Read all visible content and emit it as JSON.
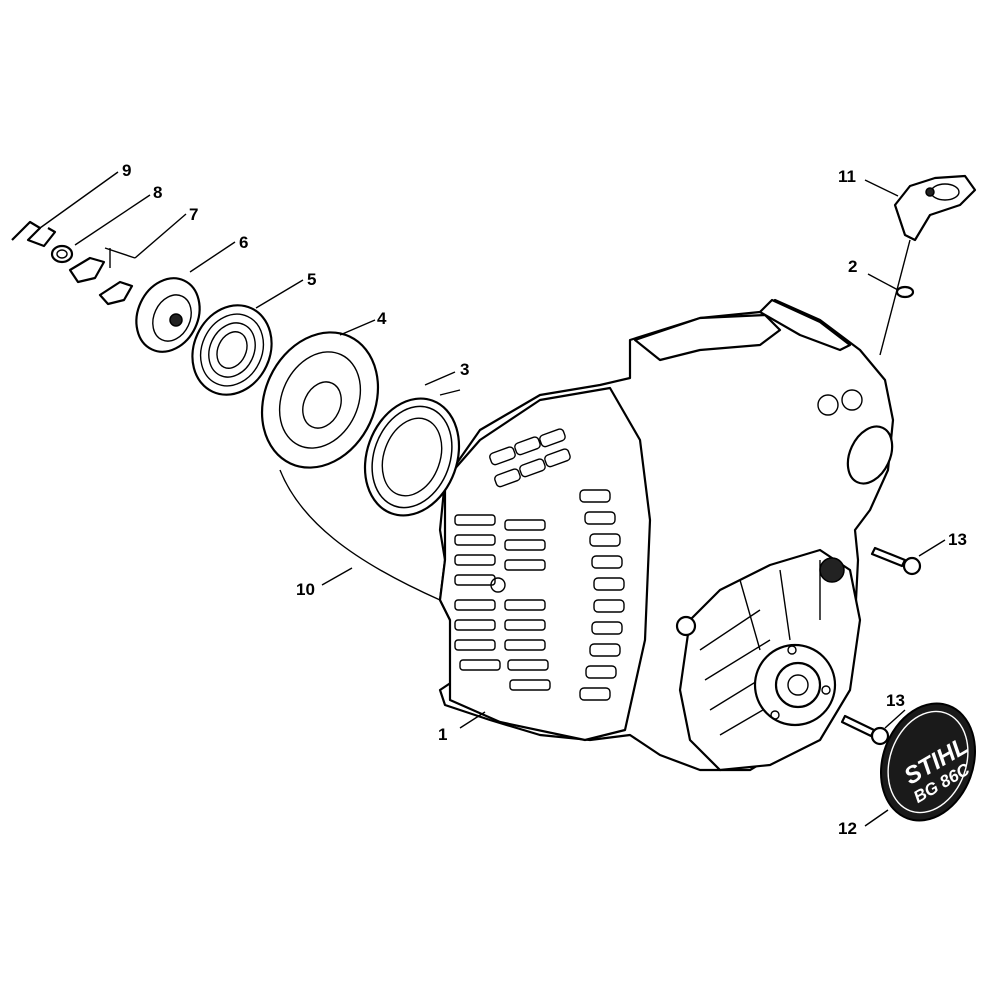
{
  "diagram": {
    "callouts": [
      {
        "id": "1",
        "label": "1"
      },
      {
        "id": "2",
        "label": "2"
      },
      {
        "id": "3",
        "label": "3"
      },
      {
        "id": "4",
        "label": "4"
      },
      {
        "id": "5",
        "label": "5"
      },
      {
        "id": "6",
        "label": "6"
      },
      {
        "id": "7",
        "label": "7"
      },
      {
        "id": "8",
        "label": "8"
      },
      {
        "id": "9",
        "label": "9"
      },
      {
        "id": "10",
        "label": "10"
      },
      {
        "id": "11",
        "label": "11"
      },
      {
        "id": "12",
        "label": "12"
      },
      {
        "id": "13a",
        "label": "13"
      },
      {
        "id": "13b",
        "label": "13"
      }
    ],
    "logo": {
      "brand": "STIHL",
      "model": "BG 86C"
    },
    "colors": {
      "line": "#000000",
      "background": "#ffffff",
      "logo_fill": "#1a1a1a"
    }
  }
}
